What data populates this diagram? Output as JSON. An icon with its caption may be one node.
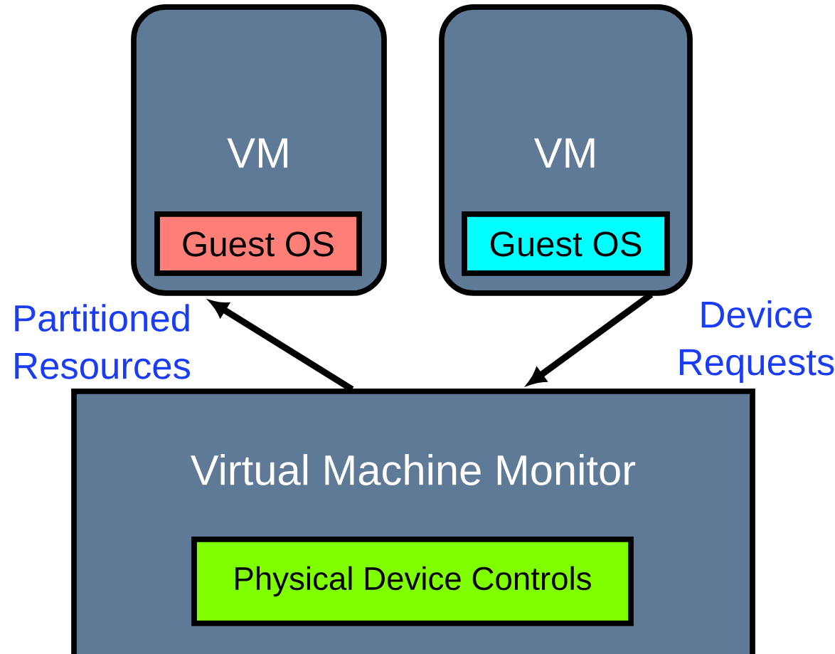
{
  "diagram": {
    "nodes": [
      {
        "text": [
          "VM"
        ]
      },
      {
        "text": [
          "Guest OS"
        ],
        "in": 0
      },
      {
        "text": [
          "VM"
        ]
      },
      {
        "text": [
          "Guest OS"
        ],
        "in": 2
      },
      {
        "text": [
          "Virtual Machine Monitor"
        ]
      },
      {
        "text": [
          "Physical Device Controls"
        ],
        "in": 4
      }
    ],
    "edges": [
      {
        "from": 4,
        "to": 0,
        "arrow": "to",
        "label": "Partitioned Resources"
      },
      {
        "from": 2,
        "to": 4,
        "arrow": "to",
        "label": "Device Requests"
      }
    ]
  }
}
